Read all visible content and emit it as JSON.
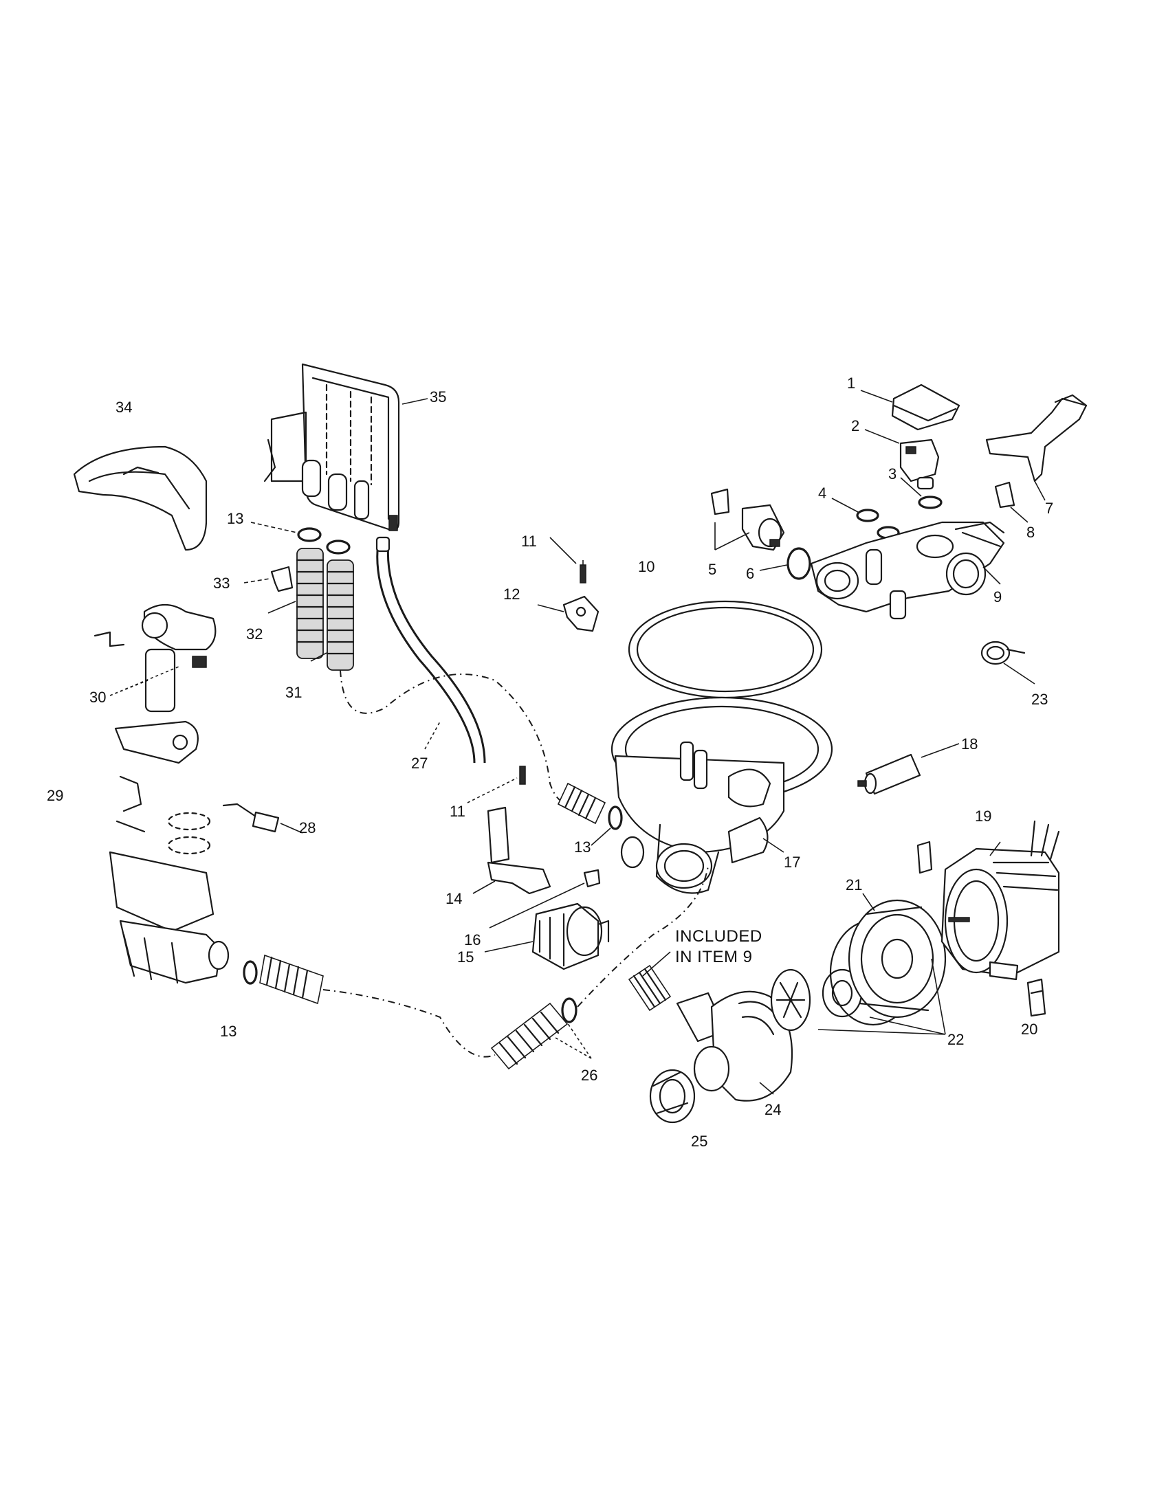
{
  "diagram": {
    "callouts": {
      "c1": "1",
      "c2": "2",
      "c3": "3",
      "c4": "4",
      "c5": "5",
      "c6": "6",
      "c7": "7",
      "c8": "8",
      "c9": "9",
      "c10": "10",
      "c11a": "11",
      "c11b": "11",
      "c12": "12",
      "c13a": "13",
      "c13b": "13",
      "c13c": "13",
      "c14": "14",
      "c15": "15",
      "c16": "16",
      "c17": "17",
      "c18": "18",
      "c19": "19",
      "c20": "20",
      "c21": "21",
      "c22": "22",
      "c23": "23",
      "c24": "24",
      "c25": "25",
      "c26": "26",
      "c27": "27",
      "c28": "28",
      "c29": "29",
      "c30": "30",
      "c31": "31",
      "c32": "32",
      "c33": "33",
      "c34": "34",
      "c35": "35"
    },
    "note": {
      "line1": "INCLUDED",
      "line2": "IN ITEM 9"
    }
  }
}
